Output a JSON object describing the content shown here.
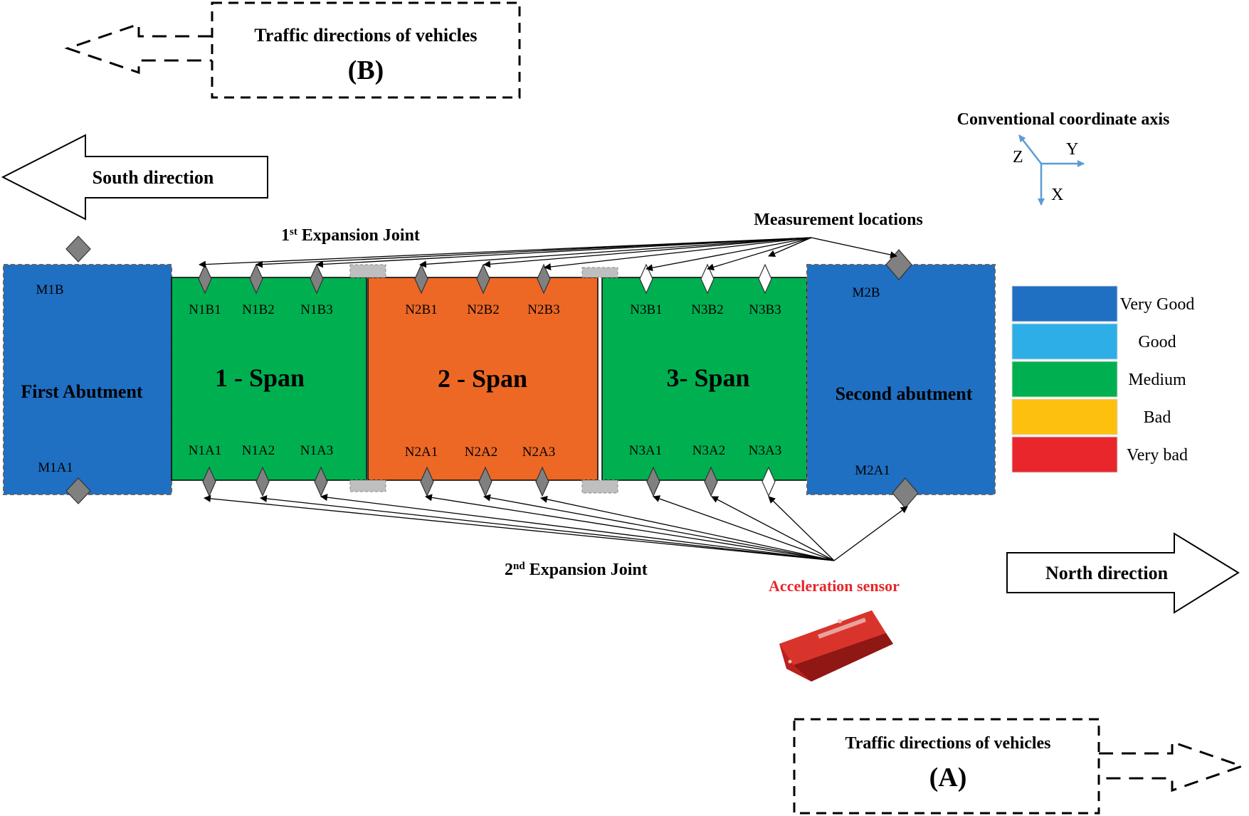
{
  "traffic_b": {
    "title": "Traffic directions of vehicles",
    "label": "(B)"
  },
  "traffic_a": {
    "title": "Traffic directions of vehicles",
    "label": "(A)"
  },
  "south_direction": "South direction",
  "north_direction": "North  direction",
  "coordinate_axis": {
    "title": "Conventional coordinate axis",
    "z": "Z",
    "y": "Y",
    "x": "X",
    "color": "#5b9bd5"
  },
  "measurement_locations": "Measurement locations",
  "joint_1": {
    "main": "1",
    "sup": "st",
    "rest": " Expansion Joint"
  },
  "joint_2": {
    "main": "2",
    "sup": "nd",
    "rest": " Expansion Joint"
  },
  "acceleration_sensor": {
    "label": "Acceleration sensor",
    "color": "#e8262b"
  },
  "sections": {
    "first_abutment": {
      "label": "First Abutment",
      "top_node": "M1B",
      "bottom_node": "M1A1",
      "color": "#1f6fc2"
    },
    "span_1": {
      "label": "1 - Span",
      "top_nodes": [
        "N1B1",
        "N1B2",
        "N1B3"
      ],
      "bottom_nodes": [
        "N1A1",
        "N1A2",
        "N1A3"
      ],
      "color": "#00b050"
    },
    "span_2": {
      "label": "2 - Span",
      "top_nodes": [
        "N2B1",
        "N2B2",
        "N2B3"
      ],
      "bottom_nodes": [
        "N2A1",
        "N2A2",
        "N2A3"
      ],
      "color": "#ed6825"
    },
    "span_3": {
      "label": "3- Span",
      "top_nodes": [
        "N3B1",
        "N3B2",
        "N3B3"
      ],
      "bottom_nodes": [
        "N3A1",
        "N3A2",
        "N3A3"
      ],
      "color": "#00b050"
    },
    "second_abutment": {
      "label": "Second abutment",
      "top_node": "M2B",
      "bottom_node": "M2A1",
      "color": "#1f6fc2"
    }
  },
  "legend": [
    {
      "label": "Very Good",
      "color": "#1f6fc2"
    },
    {
      "label": "Good",
      "color": "#2eaee6"
    },
    {
      "label": "Medium",
      "color": "#00b050"
    },
    {
      "label": "Bad",
      "color": "#fec00f"
    },
    {
      "label": "Very bad",
      "color": "#e8262b"
    }
  ]
}
